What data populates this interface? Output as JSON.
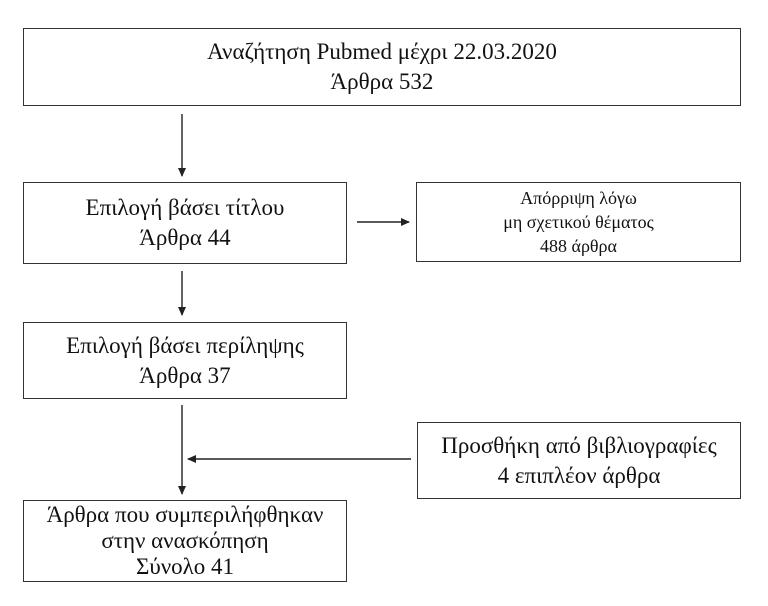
{
  "boxes": {
    "search": {
      "lines": [
        "Αναζήτηση Pubmed μέχρι 22.03.2020",
        "Άρθρα 532"
      ]
    },
    "title_screen": {
      "lines": [
        "Επιλογή βάσει τίτλου",
        "Άρθρα 44"
      ]
    },
    "excluded": {
      "lines": [
        "Απόρριψη λόγω",
        "μη σχετικού θέματος",
        "488 άρθρα"
      ]
    },
    "abstract_screen": {
      "lines": [
        "Επιλογή βάσει περίληψης",
        "Άρθρα 37"
      ]
    },
    "added": {
      "lines": [
        "Προσθήκη από βιβλιογραφίες",
        "4 επιπλέον άρθρα"
      ]
    },
    "included": {
      "lines": [
        "Άρθρα που συμπεριλήφθηκαν",
        "στην ανασκόπηση",
        "Σύνολο 41"
      ]
    }
  },
  "colors": {
    "stroke": "#333333",
    "text": "#111111",
    "background": "#ffffff"
  }
}
